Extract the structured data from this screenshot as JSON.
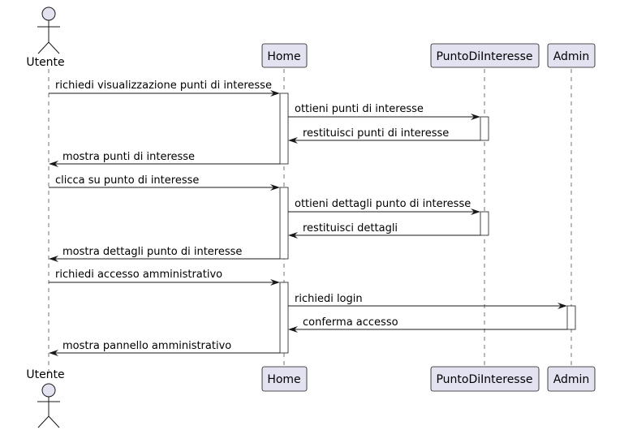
{
  "participants": {
    "utente": "Utente",
    "home": "Home",
    "punto": "PuntoDiInteresse",
    "admin": "Admin"
  },
  "messages": [
    "richiedi visualizzazione punti di interesse",
    "ottieni punti di interesse",
    "restituisci punti di interesse",
    "mostra punti di interesse",
    "clicca su punto di interesse",
    "ottieni dettagli punto di interesse",
    "restituisci dettagli",
    "mostra dettagli punto di interesse",
    "richiedi accesso amministrativo",
    "richiedi login",
    "conferma accesso",
    "mostra pannello amministrativo"
  ],
  "colors": {
    "participant_fill": "#e2e2f0",
    "line": "#181818"
  }
}
